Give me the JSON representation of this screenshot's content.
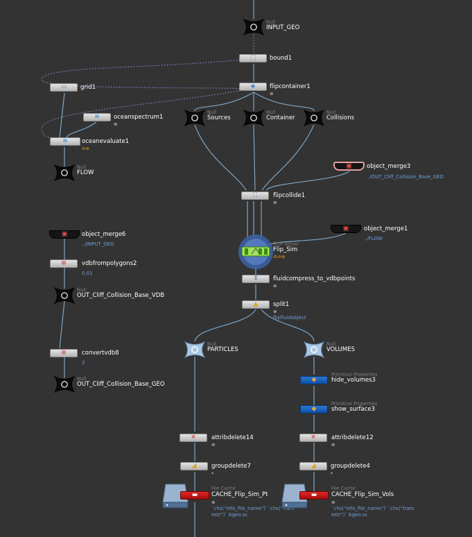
{
  "colors": {
    "background": "#333333",
    "wire": "#7da7c9",
    "label": "#ffffff",
    "type_tag": "#7f7f7f",
    "param": "#6fa1dc"
  },
  "nodes": {
    "input_geo": {
      "tag": "Null",
      "name": "INPUT_GEO"
    },
    "bound1": {
      "name": "bound1"
    },
    "grid1": {
      "name": "grid1"
    },
    "flipcontainer1": {
      "name": "flipcontainer1",
      "flag": "⊚"
    },
    "oceanspectrum1": {
      "name": "oceanspectrum1",
      "flag": "⊚"
    },
    "sources": {
      "tag": "Null",
      "name": "Sources"
    },
    "container": {
      "tag": "Null",
      "name": "Container"
    },
    "collisions": {
      "tag": "Null",
      "name": "Collisions"
    },
    "oceanevaluate1": {
      "name": "oceanevaluate1",
      "flag": "⊘⊚"
    },
    "flow": {
      "tag": "Null",
      "name": "FLOW"
    },
    "object_merge3": {
      "name": "object_merge3",
      "param": "../OUT_Cliff_Collision_Base_GEO"
    },
    "flipcollide1": {
      "name": "flipcollide1",
      "flag": "⊚"
    },
    "object_merge6": {
      "name": "object_merge6",
      "param": "../INPUT_GEO"
    },
    "object_merge1": {
      "name": "object_merge1",
      "param": "../FLOW"
    },
    "flip_sim": {
      "tag": "FLIP Solver",
      "name": "Flip_Sim",
      "flag": "⁂⊘⊚"
    },
    "vdbfrompolygons2": {
      "name": "vdbfrompolygons2",
      "param": "0.01"
    },
    "out_cliff_vdb": {
      "tag": "Null",
      "name": "OUT_Cliff_Collision_Base_VDB"
    },
    "fluidcompress": {
      "name": "fluidcompress_to_vdbpoints",
      "flag": "⊚"
    },
    "split1": {
      "name": "split1",
      "flag": "⊚",
      "param": "flipfluidobject"
    },
    "particles": {
      "tag": "Null",
      "name": "PARTICLES"
    },
    "volumes": {
      "tag": "Null",
      "name": "VOLUMES"
    },
    "convertvdb8": {
      "name": "convertvdb8",
      "param": "2"
    },
    "out_cliff_geo": {
      "tag": "Null",
      "name": "OUT_Cliff_Collision_Base_GEO"
    },
    "hide_volumes3": {
      "tag": "Primitive Properties",
      "name": "hide_volumes3"
    },
    "show_surface3": {
      "tag": "Primitive Properties",
      "name": "show_surface3"
    },
    "attribdelete14": {
      "name": "attribdelete14",
      "flag": "⊚"
    },
    "attribdelete12": {
      "name": "attribdelete12",
      "flag": "⊚"
    },
    "groupdelete7": {
      "name": "groupdelete7",
      "param": "*"
    },
    "groupdelete4": {
      "name": "groupdelete4",
      "param": "*"
    },
    "cache_pt": {
      "tag": "File Cache",
      "name": "CACHE_Flip_Sim_Pt",
      "flag": "⊚",
      "param_line1": "`chs(\"info_file_name\")``chs(\"fram",
      "param_line2": "estr\")`.bgeo.sc"
    },
    "cache_vols": {
      "tag": "File Cache",
      "name": "CACHE_Flip_Sim_Vols",
      "flag": "⊚",
      "param_line1": "`chs(\"info_file_name\")``chs(\"fram",
      "param_line2": "estr\")`.bgeo.sc"
    }
  },
  "icons": {
    "null": "null-cross-icon",
    "bound": "bound-box-icon",
    "grid": "grid-plane-icon",
    "flipcontainer": "flip-container-icon",
    "ocean": "ocean-wave-icon",
    "object_merge": "object-merge-icon",
    "flipcollide": "flip-collide-icon",
    "flipsolver": "flip-solver-icon",
    "vdb": "vdb-icon",
    "compress": "compress-icon",
    "split": "split-icon",
    "primprops": "prim-properties-icon",
    "attribdelete": "attrib-delete-icon",
    "groupdelete": "group-delete-icon",
    "filecache": "file-cache-icon"
  }
}
